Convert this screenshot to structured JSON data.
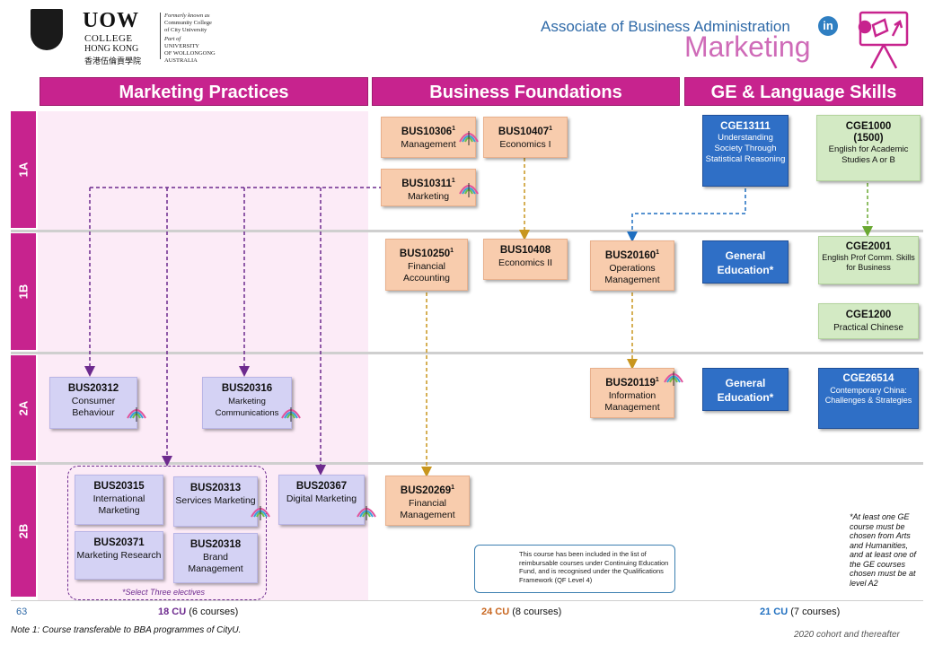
{
  "header": {
    "uow": "UOW",
    "college": "COLLEGE",
    "hongkong": "HONG KONG",
    "chinese_name": "香港伍倫貢學院",
    "note_formerly": "Formerly known as",
    "note_ccc1": "Community College",
    "note_ccc2": "of City University",
    "note_partof": "Part of",
    "note_uni1": "UNIVERSITY",
    "note_uni2": "OF WOLLONGONG",
    "note_uni3": "AUSTRALIA",
    "title_line1": "Associate of Business Administration",
    "title_in": "in",
    "title_line2": "Marketing"
  },
  "categories": [
    "Marketing Practices",
    "Business Foundations",
    "GE & Language Skills"
  ],
  "rows": [
    "1A",
    "1B",
    "2A",
    "2B"
  ],
  "courses": {
    "bus10306": {
      "code": "BUS10306",
      "sup": "1",
      "name": "Management"
    },
    "bus10407": {
      "code": "BUS10407",
      "sup": "1",
      "name": "Economics I"
    },
    "bus10311": {
      "code": "BUS10311",
      "sup": "1",
      "name": "Marketing"
    },
    "cge13111": {
      "code": "CGE13111",
      "name": "Understanding Society Through Statistical Reasoning"
    },
    "cge1000": {
      "code": "CGE1000",
      "code2": "(1500)",
      "name": "English for Academic Studies A or B"
    },
    "bus10250": {
      "code": "BUS10250",
      "sup": "1",
      "name": "Financial Accounting"
    },
    "bus10408": {
      "code": "BUS10408",
      "name": "Economics II"
    },
    "bus20160": {
      "code": "BUS20160",
      "sup": "1",
      "name": "Operations Management"
    },
    "ge_1b": {
      "name": "General Education*"
    },
    "cge2001": {
      "code": "CGE2001",
      "name": "English Prof Comm. Skills for Business"
    },
    "cge1200": {
      "code": "CGE1200",
      "name": "Practical Chinese"
    },
    "bus20312": {
      "code": "BUS20312",
      "name": "Consumer Behaviour"
    },
    "bus20316": {
      "code": "BUS20316",
      "name": "Marketing Communications"
    },
    "bus20119": {
      "code": "BUS20119",
      "sup": "1",
      "name": "Information Management"
    },
    "ge_2a": {
      "name": "General Education*"
    },
    "cge26514": {
      "code": "CGE26514",
      "name": "Contemporary China: Challenges & Strategies"
    },
    "bus20315": {
      "code": "BUS20315",
      "name": "International Marketing"
    },
    "bus20313": {
      "code": "BUS20313",
      "name": "Services Marketing"
    },
    "bus20367": {
      "code": "BUS20367",
      "name": "Digital Marketing"
    },
    "bus20269": {
      "code": "BUS20269",
      "sup": "1",
      "name": "Financial Management"
    },
    "bus20371": {
      "code": "BUS20371",
      "name": "Marketing Research"
    },
    "bus20318": {
      "code": "BUS20318",
      "name": "Brand Management"
    }
  },
  "elective_note": "*Select Three electives",
  "ge_note": "*At least one GE course must be chosen from Arts and Humanities, and at least one of the GE courses chosen must be at level A2",
  "cef_note": "This course has been included in the list of reimbursable courses under Continuing Education Fund, and is recognised under the Qualifications Framework (QF Level 4)",
  "footer": {
    "page_number": "63",
    "cu_marketing": "18 CU",
    "courses_marketing": "(6 courses)",
    "cu_business": "24 CU",
    "courses_business": "(8 courses)",
    "cu_ge": "21 CU",
    "courses_ge": "(7 courses)",
    "note": "Note 1: Course transferable to BBA programmes of CityU.",
    "cohort": "2020 cohort and thereafter"
  },
  "colors": {
    "magenta": "#c7238e",
    "peach": "#f8ccad",
    "lavender": "#d4d2f4",
    "blue": "#2f6fc6",
    "green": "#d3eac4",
    "purple_arrow": "#6d2a8e",
    "gold_arrow": "#c8961f",
    "blue_arrow": "#1f6fc0",
    "green_arrow": "#6aa832"
  }
}
